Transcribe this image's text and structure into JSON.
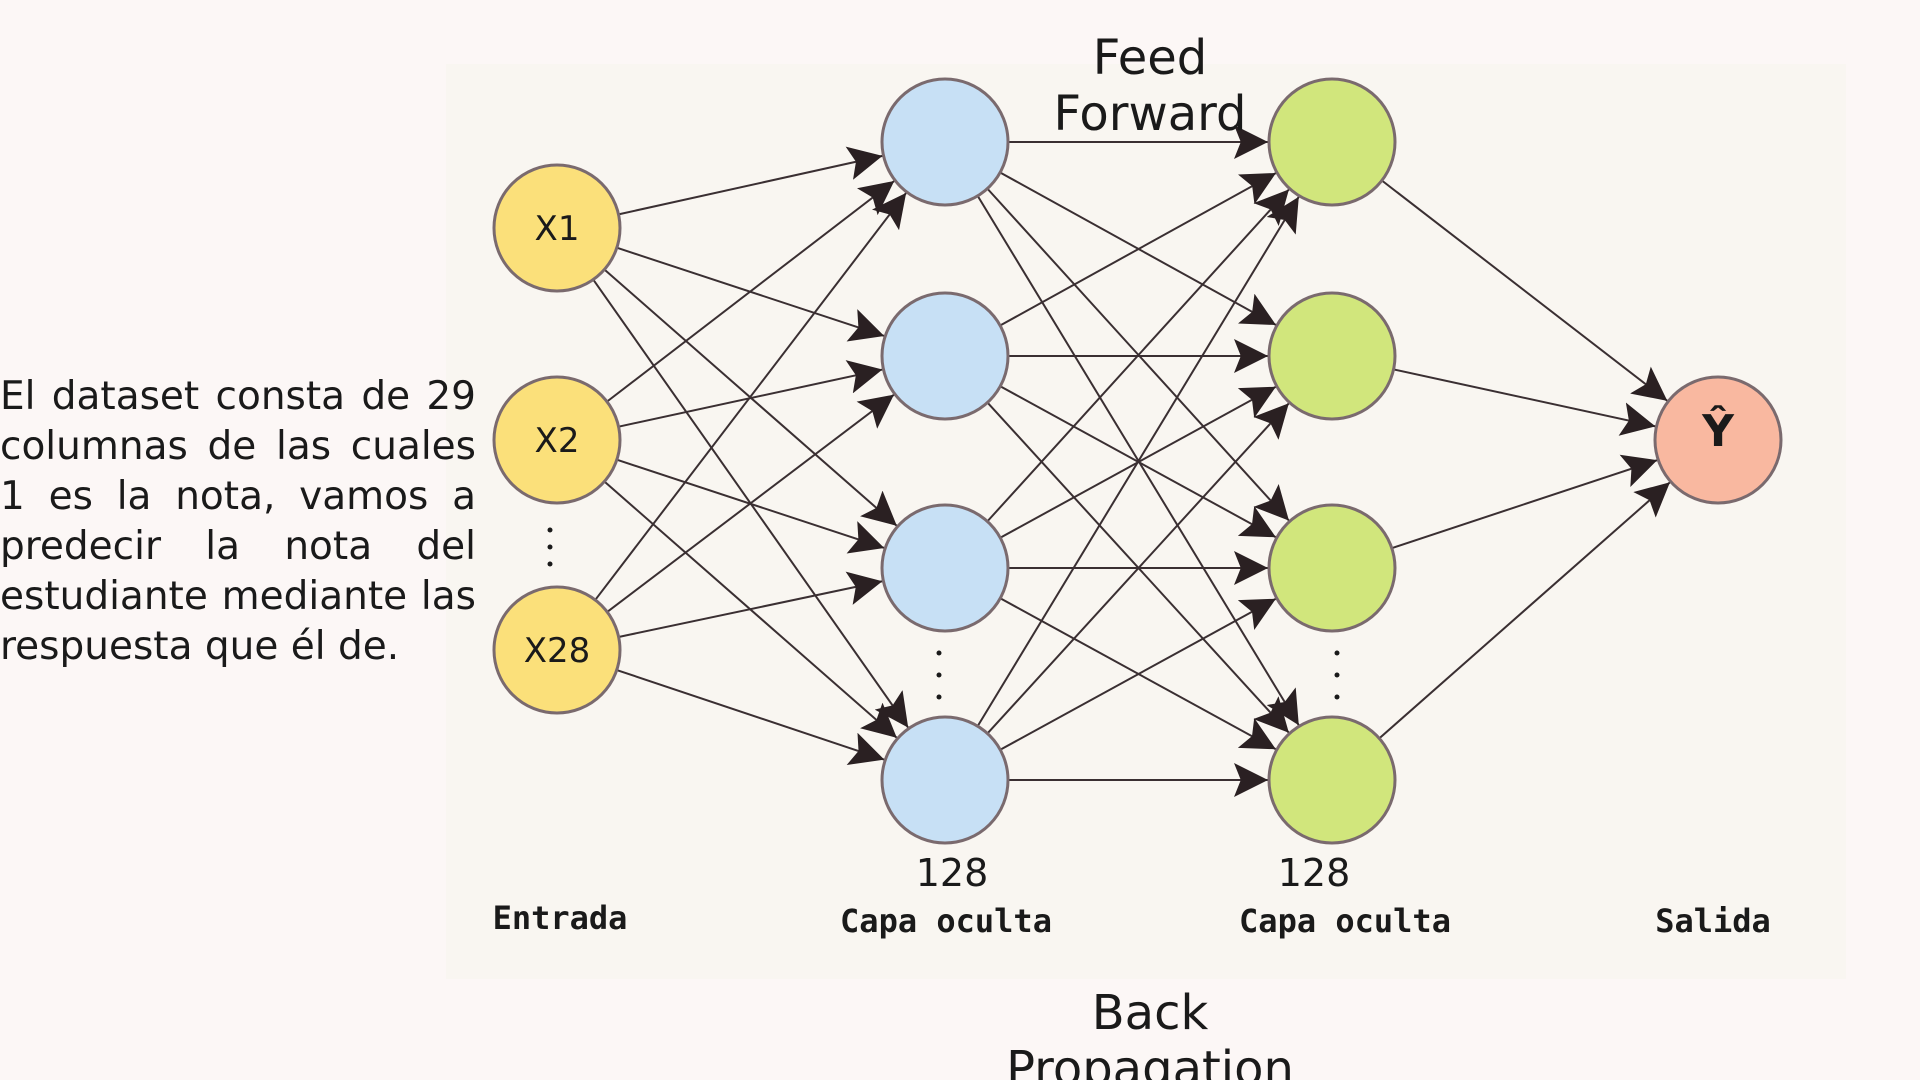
{
  "titles": {
    "top": "Feed Forward",
    "bottom": "Back Propagation"
  },
  "description": "El dataset consta de 29 columnas de las cuales 1 es la nota, vamos a predecir la nota del estudiante mediante las respuesta que él de.",
  "input_nodes": [
    {
      "label": "X1"
    },
    {
      "label": "X2"
    },
    {
      "label": "X28"
    }
  ],
  "output_node": {
    "label": "Ŷ"
  },
  "hidden_counts": [
    "128",
    "128"
  ],
  "layer_labels": {
    "input": "Entrada",
    "hidden1": "Capa oculta",
    "hidden2": "Capa oculta",
    "output": "Salida"
  },
  "colors": {
    "input": "#fbe07a",
    "hidden1": "#c7e0f5",
    "hidden2": "#d1e67c",
    "output": "#f9b8a0",
    "node_stroke": "#7a6a6e",
    "edge": "#3a2f32"
  }
}
